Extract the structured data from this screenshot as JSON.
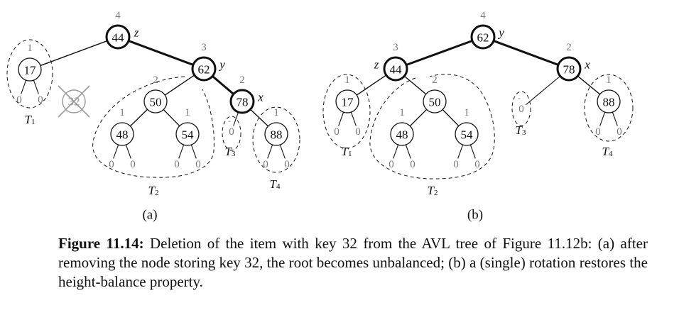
{
  "figure": {
    "panels": [
      {
        "id": "a",
        "label": "(a)",
        "nodes": [
          {
            "key": "44",
            "height": "4",
            "role": "z",
            "bold": true
          },
          {
            "key": "17",
            "height": "1"
          },
          {
            "key": "32",
            "deleted": true
          },
          {
            "key": "62",
            "height": "3",
            "role": "y",
            "bold": true
          },
          {
            "key": "50",
            "height": "2"
          },
          {
            "key": "78",
            "height": "2",
            "role": "x",
            "bold": true
          },
          {
            "key": "48",
            "height": "1"
          },
          {
            "key": "54",
            "height": "1"
          },
          {
            "key": "88",
            "height": "1"
          }
        ],
        "external_height": "0",
        "subtrees": [
          {
            "name": "T",
            "sub": "1"
          },
          {
            "name": "T",
            "sub": "2"
          },
          {
            "name": "T",
            "sub": "3"
          },
          {
            "name": "T",
            "sub": "4"
          }
        ]
      },
      {
        "id": "b",
        "label": "(b)",
        "nodes": [
          {
            "key": "62",
            "height": "4",
            "role": "y",
            "bold": true
          },
          {
            "key": "44",
            "height": "3",
            "role": "z",
            "bold": true
          },
          {
            "key": "78",
            "height": "2",
            "role": "x",
            "bold": true
          },
          {
            "key": "17",
            "height": "1"
          },
          {
            "key": "50",
            "height": "2"
          },
          {
            "key": "88",
            "height": "1"
          },
          {
            "key": "48",
            "height": "1"
          },
          {
            "key": "54",
            "height": "1"
          }
        ],
        "external_height": "0",
        "subtrees": [
          {
            "name": "T",
            "sub": "1"
          },
          {
            "name": "T",
            "sub": "2"
          },
          {
            "name": "T",
            "sub": "3"
          },
          {
            "name": "T",
            "sub": "4"
          }
        ]
      }
    ]
  },
  "caption": {
    "label": "Figure 11.14:",
    "text": " Deletion of the item with key 32 from the AVL tree of Figure 11.12b: (a) after removing the node storing key 32, the root becomes unbalanced; (b) a (single) rotation restores the height-balance property."
  },
  "colors": {
    "ink": "#111111",
    "height_label": "#777777",
    "deleted_node": "#999999"
  }
}
